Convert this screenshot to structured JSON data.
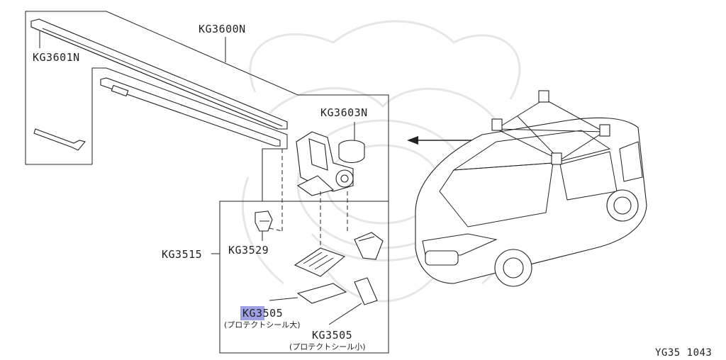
{
  "labels": {
    "kg3600n": "KG3600N",
    "kg3601n": "KG3601N",
    "kg3603n": "KG3603N",
    "kg3529": "KG3529",
    "kg3515": "KG3515",
    "kg3505_large": "KG3505",
    "kg3505_large_note": "(プロテクトシール大)",
    "kg3505_small": "KG3505",
    "kg3505_small_note": "(プロテクトシール小)",
    "diagram_code": "YG35 1043"
  },
  "colors": {
    "line": "#222222",
    "highlight": "#8f8fe0"
  },
  "highlighted_part": "KG3505"
}
